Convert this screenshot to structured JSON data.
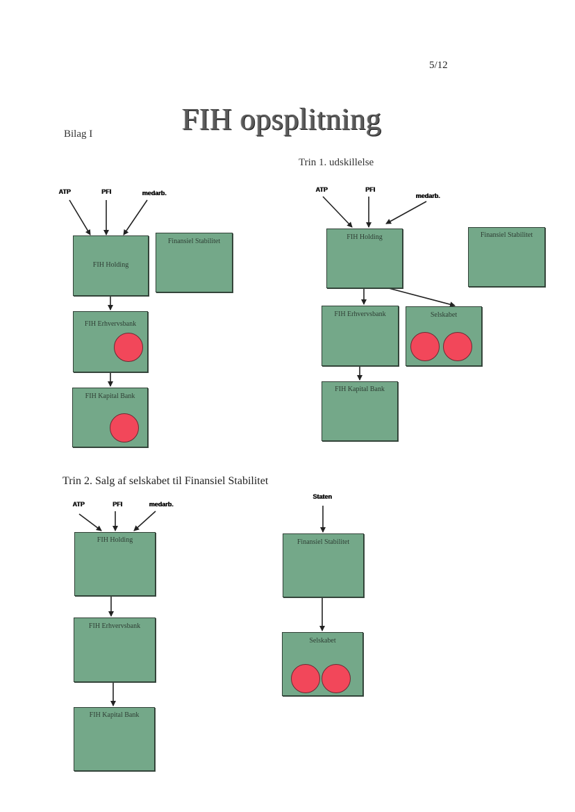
{
  "page_number": "5/12",
  "title": "FIH opsplitning",
  "bilag": "Bilag I",
  "step1_label": "Trin 1. udskillelse",
  "step2_label": "Trin 2. Salg af selskabet til Finansiel Stabilitet",
  "owners": {
    "atp": "ATP",
    "pfi": "PFI",
    "medarb": "medarb.",
    "staten": "Staten"
  },
  "entities": {
    "fih_holding": "FIH Holding",
    "finansiel_stabilitet": "Finansiel Stabilitet",
    "fih_erhvervsbank": "FIH Erhvervsbank",
    "fih_kapital_bank": "FIH Kapital Bank",
    "selskabet": "Selskabet"
  },
  "colors": {
    "box_fill": "#74a889",
    "asset_dot": "#f2475a"
  }
}
